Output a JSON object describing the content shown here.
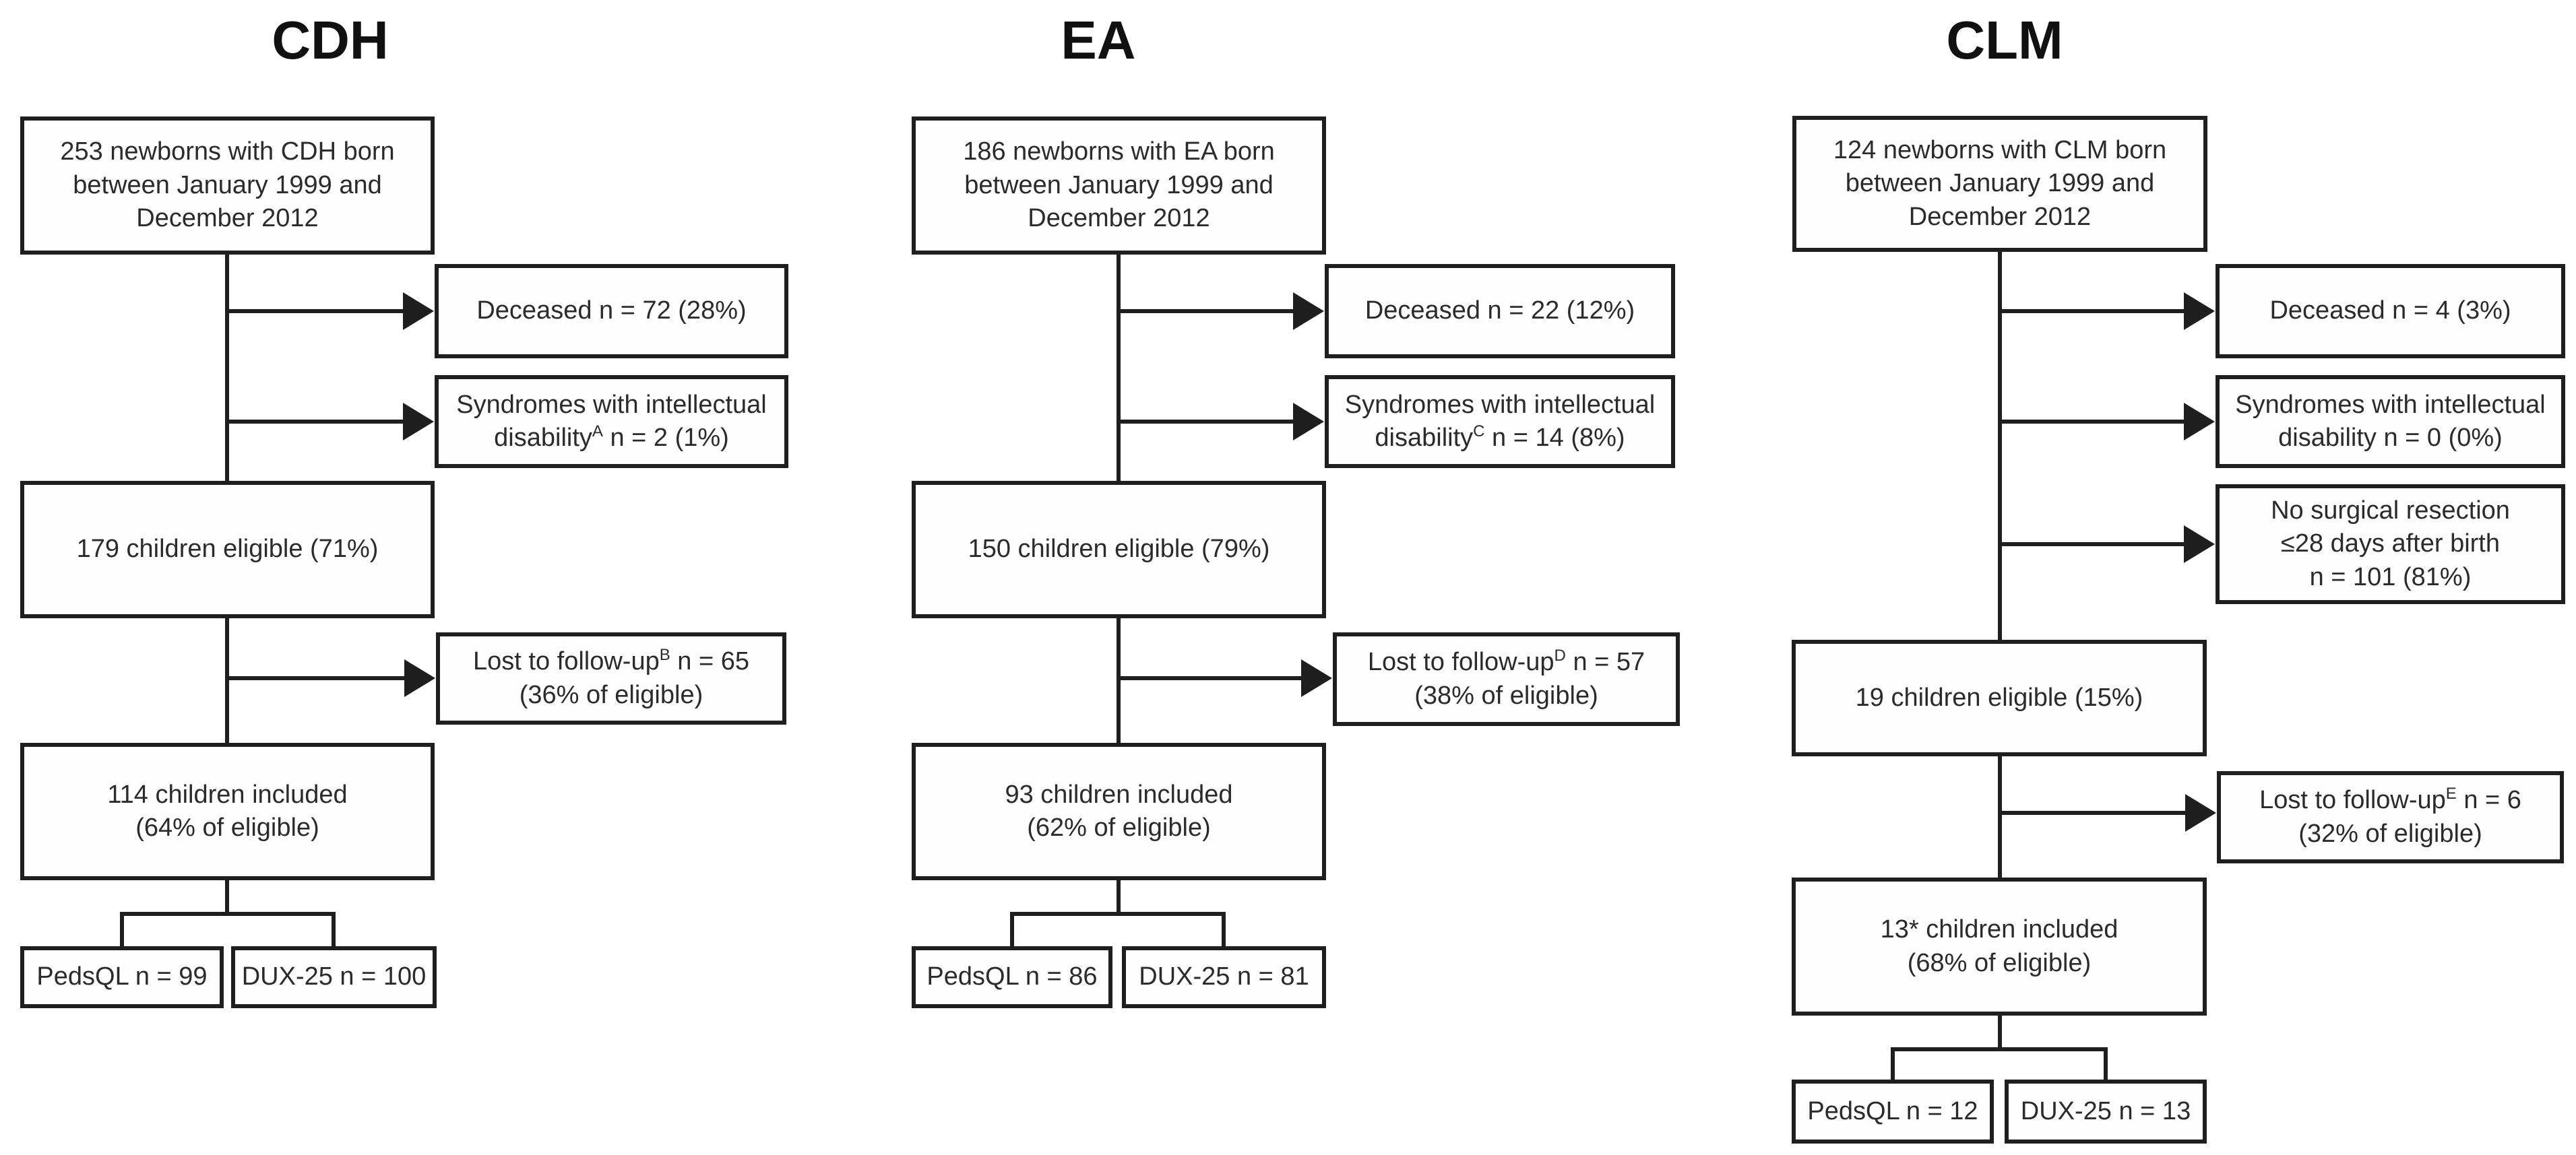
{
  "figure": {
    "background": "#ffffff",
    "line_color": "#1f1f1f",
    "text_color": "#2b2b2b"
  },
  "columns": [
    {
      "title": "CDH",
      "source": "253 newborns with CDH born\nbetween January 1999 and\nDecember 2012",
      "deceased": "Deceased n = 72 (28%)",
      "syndromes": {
        "line1": "Syndromes with intellectual",
        "pre": "disability",
        "sup": "A",
        "post": " n = 2 (1%)"
      },
      "eligible": "179 children eligible (71%)",
      "lost": {
        "pre": "Lost to follow-up",
        "sup": "B",
        "post": " n = 65",
        "line2": "(36% of eligible)"
      },
      "included": "114 children included\n(64% of eligible)",
      "pedsql": "PedsQL n = 99",
      "dux": "DUX-25 n = 100"
    },
    {
      "title": "EA",
      "source": "186 newborns with EA born\nbetween January 1999 and\nDecember 2012",
      "deceased": "Deceased n = 22 (12%)",
      "syndromes": {
        "line1": "Syndromes with intellectual",
        "pre": "disability",
        "sup": "C",
        "post": " n = 14 (8%)"
      },
      "eligible": "150 children eligible (79%)",
      "lost": {
        "pre": "Lost to follow-up",
        "sup": "D",
        "post": " n = 57",
        "line2": "(38% of eligible)"
      },
      "included": "93 children included\n(62% of eligible)",
      "pedsql": "PedsQL n = 86",
      "dux": "DUX-25 n = 81"
    },
    {
      "title": "CLM",
      "source": "124 newborns with CLM born\nbetween January 1999 and\nDecember 2012",
      "deceased": "Deceased n = 4 (3%)",
      "syndromes": {
        "line1": "Syndromes with intellectual",
        "pre": "disability",
        "sup": "",
        "post": " n = 0 (0%)"
      },
      "no_surgery": "No surgical resection\n≤28 days after birth\nn = 101 (81%)",
      "eligible": "19 children eligible (15%)",
      "lost": {
        "pre": "Lost to follow-up",
        "sup": "E",
        "post": " n = 6",
        "line2": "(32% of eligible)"
      },
      "included": "13* children included\n(68% of eligible)",
      "pedsql": "PedsQL n = 12",
      "dux": "DUX-25 n = 13"
    }
  ]
}
